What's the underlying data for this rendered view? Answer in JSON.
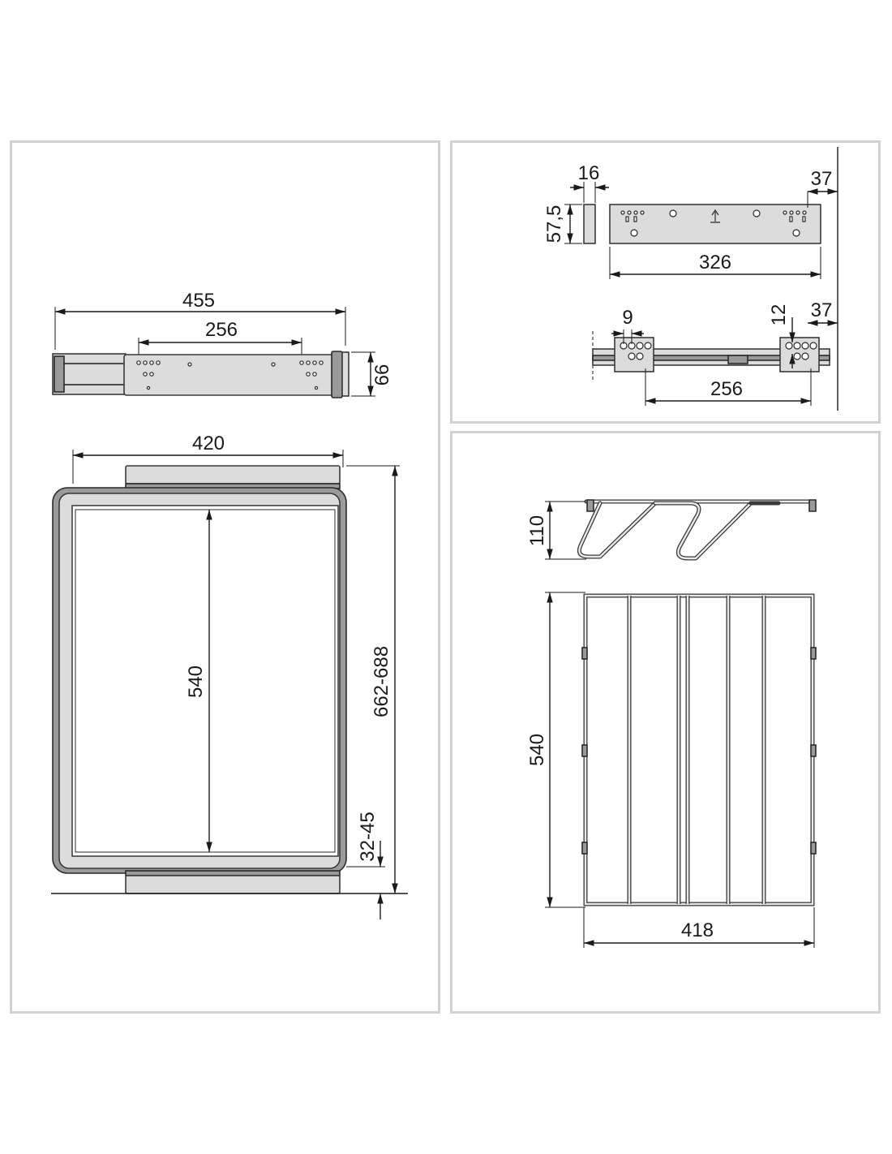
{
  "colors": {
    "panel_border": "#d2d2d2",
    "line": "#1a1a1a",
    "part_fill": "#dcdcdc",
    "part_dark": "#9a9a9a"
  },
  "left_panel": {
    "top_view": {
      "overall_width": "455",
      "hole_spacing": "256",
      "height": "66"
    },
    "front_view": {
      "frame_width": "420",
      "inner_depth": "540",
      "total_height": "662-688",
      "bottom_gap": "32-45"
    }
  },
  "top_right_panel": {
    "plate": {
      "thickness": "16",
      "height": "57,5",
      "offset": "37",
      "length": "326"
    },
    "rail": {
      "hole_pitch": "9",
      "vertical": "12",
      "offset": "37",
      "spacing": "256"
    }
  },
  "bottom_right_panel": {
    "basket": {
      "height": "110",
      "depth": "540",
      "width": "418"
    }
  }
}
